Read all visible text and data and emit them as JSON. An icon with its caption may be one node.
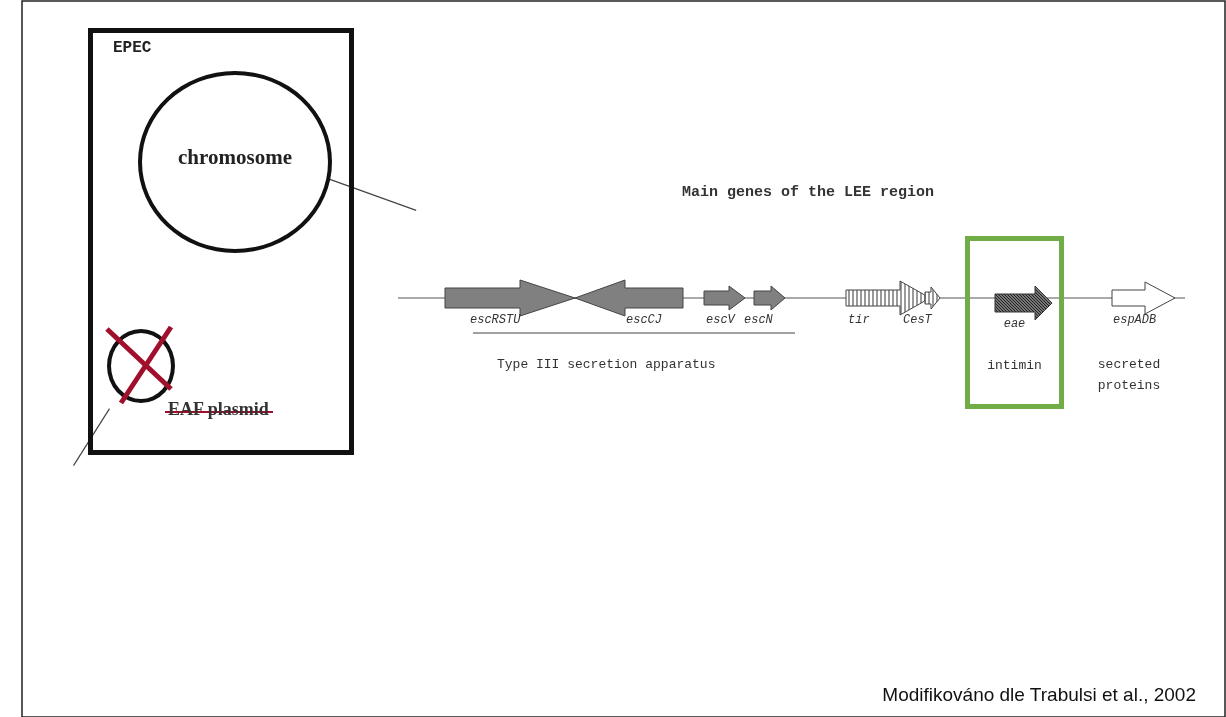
{
  "diagram": {
    "caption": "Modifikováno dle Trabulsi et al., 2002",
    "nodes": [
      {
        "text": [
          "EPEC"
        ]
      },
      {
        "text": [
          "chromosome"
        ],
        "in": 0
      },
      {
        "text": [
          "EAF plasmid"
        ],
        "in": 0
      },
      {
        "text": [
          "eae",
          "intimin"
        ]
      }
    ],
    "edges": [
      {
        "from": 1,
        "to": null,
        "arrow": "none"
      },
      {
        "from": 2,
        "to": null,
        "arrow": "none"
      }
    ],
    "labels": [
      "Main genes of the LEE region",
      "escRSTU",
      "escCJ",
      "escV",
      "escN",
      "tir",
      "CesT",
      "espADB",
      "Type III secretion apparatus",
      "secreted proteins"
    ]
  }
}
